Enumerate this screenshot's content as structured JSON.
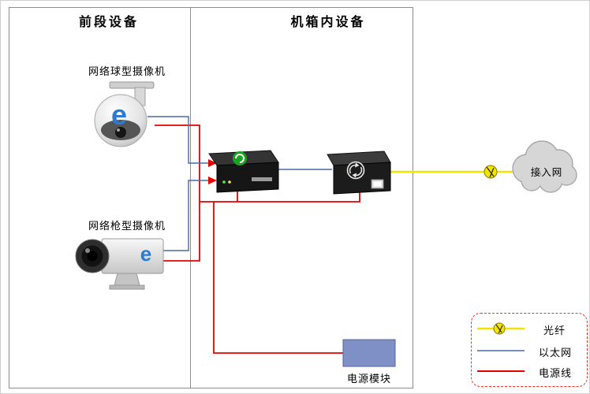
{
  "panels": {
    "front": {
      "title": "前段设备"
    },
    "chassis": {
      "title": "机箱内设备"
    }
  },
  "devices": {
    "dome_camera": {
      "label": "网络球型摄像机",
      "logo_glyph": "e"
    },
    "box_camera": {
      "label": "网络枪型摄像机",
      "logo_glyph": "e"
    },
    "converter_a": {
      "name": "fiber-media-converter"
    },
    "converter_b": {
      "name": "fiber-media-converter"
    },
    "power_module": {
      "label": "电源模块"
    },
    "cloud": {
      "label": "接入网"
    }
  },
  "legend": {
    "border_color": "#ff2a2a",
    "items": [
      {
        "name": "fiber",
        "label": "光纤"
      },
      {
        "name": "ethernet",
        "label": "以太网"
      },
      {
        "name": "power",
        "label": "电源线"
      }
    ]
  },
  "colors": {
    "fiber": "#f2e400",
    "ethernet": "#4a6aa5",
    "power": "#e60000",
    "power_module_fill": "#7e90c6",
    "cloud_fill": "#d6d6d6",
    "camera_logo_blue": "#2b7bd4"
  }
}
